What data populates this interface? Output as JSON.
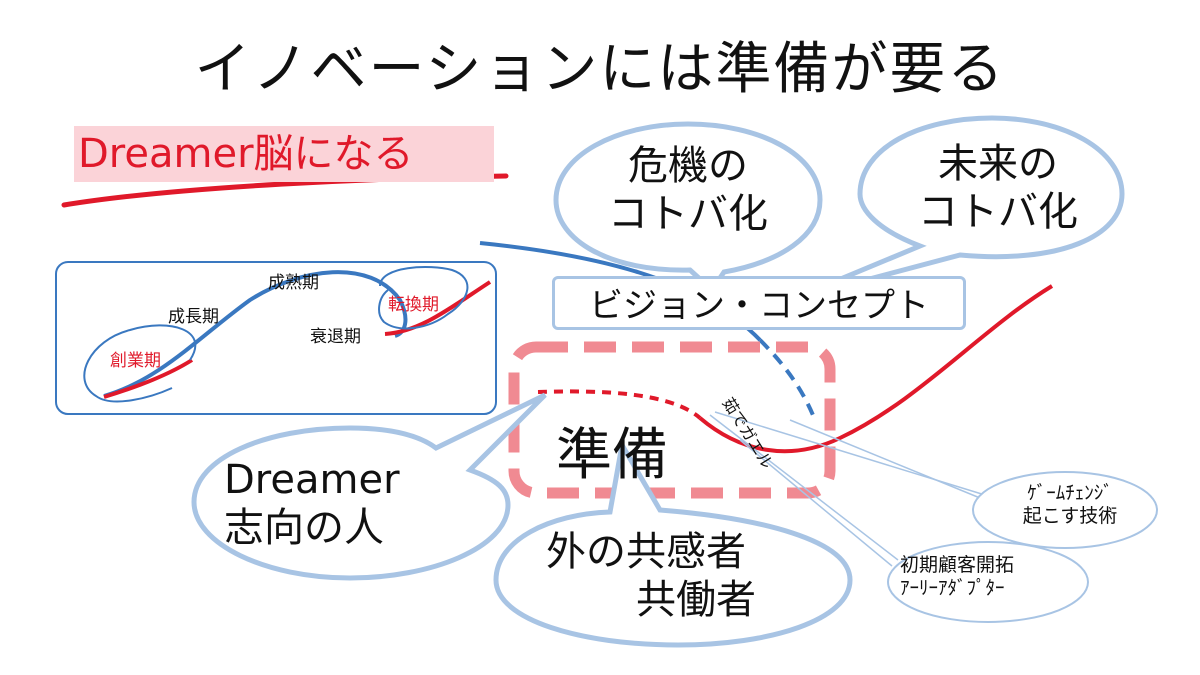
{
  "title": "イノベーションには準備が要る",
  "dreamer_brain": "Dreamer脳になる",
  "lifecycle": {
    "sogyo": "創業期",
    "seicho": "成長期",
    "seijuku": "成熟期",
    "suitai": "衰退期",
    "tenkan": "転換期"
  },
  "bubbles": {
    "kiki_line1": "危機の",
    "kiki_line2": "コトバ化",
    "mirai_line1": "未来の",
    "mirai_line2": "コトバ化",
    "dreamer_line1": "Dreamer",
    "dreamer_line2": "志向の人",
    "kyokan_line1": "外の共感者",
    "kyokan_line2": "共働者",
    "game_line1": "ｹﾞｰﾑﾁｪﾝｼﾞ",
    "game_line2": "起こす技術",
    "kokyaku_line1": "初期顧客開拓",
    "kokyaku_line2": "ｱｰﾘｰｱﾀﾞﾌﾟﾀｰ"
  },
  "vision": "ビジョン・コンセプト",
  "junbi": "準備",
  "yudegaeru": "茹でガエル",
  "colors": {
    "red": "#e0192a",
    "blue": "#3a78c0",
    "bubble_border": "#a8c4e4",
    "dash_box": "#f08a92",
    "highlight": "#fbd3d8"
  }
}
